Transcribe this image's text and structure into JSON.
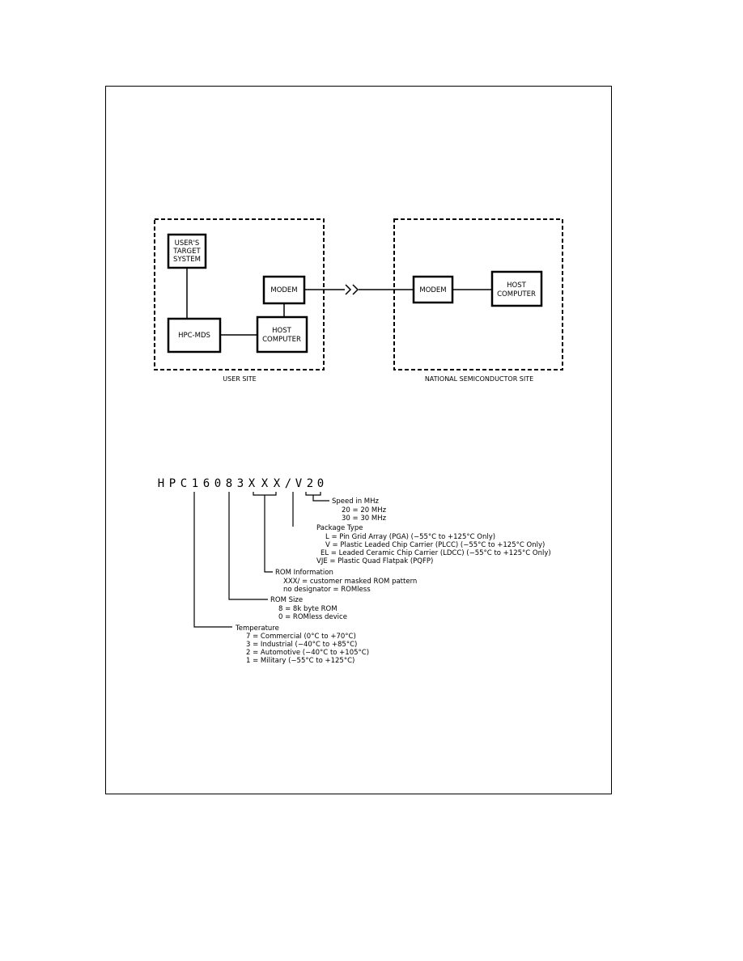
{
  "connection_diagram": {
    "user_site_label": "USER SITE",
    "national_site_label": "NATIONAL SEMICONDUCTOR SITE",
    "target_system": [
      "USER'S",
      "TARGET",
      "SYSTEM"
    ],
    "hpc_mds": "HPC-MDS",
    "host_computer_user": [
      "HOST",
      "COMPUTER"
    ],
    "modem_user": "MODEM",
    "modem_national": "MODEM",
    "host_computer_national": [
      "HOST",
      "COMPUTER"
    ]
  },
  "part_number": {
    "chars": [
      "H",
      "P",
      "C",
      "1",
      "6",
      "0",
      "8",
      "3",
      "X",
      "X",
      "X",
      "/",
      "V",
      "2",
      "0"
    ],
    "speed": {
      "title": "Speed in MHz",
      "lines": [
        "20 = 20 MHz",
        "30 = 30 MHz"
      ]
    },
    "package": {
      "title": "Package Type",
      "lines": [
        "L = Pin Grid Array (PGA) (−55°C to +125°C Only)",
        "V = Plastic Leaded Chip Carrier (PLCC) (−55°C to +125°C Only)",
        "EL = Leaded Ceramic Chip Carrier (LDCC) (−55°C to +125°C Only)",
        "VJE = Plastic Quad Flatpak (PQFP)"
      ]
    },
    "rom_info": {
      "title": "ROM Information",
      "lines": [
        "XXX/ = customer masked ROM pattern",
        "no designator = ROMless"
      ]
    },
    "rom_size": {
      "title": "ROM Size",
      "lines": [
        "8 = 8k byte ROM",
        "0 = ROMless device"
      ]
    },
    "temperature": {
      "title": "Temperature",
      "lines": [
        "7 = Commercial (0°C to +70°C)",
        "3 = Industrial (−40°C to +85°C)",
        "2 = Automotive (−40°C to +105°C)",
        "1 = Military (−55°C to +125°C)"
      ]
    }
  }
}
